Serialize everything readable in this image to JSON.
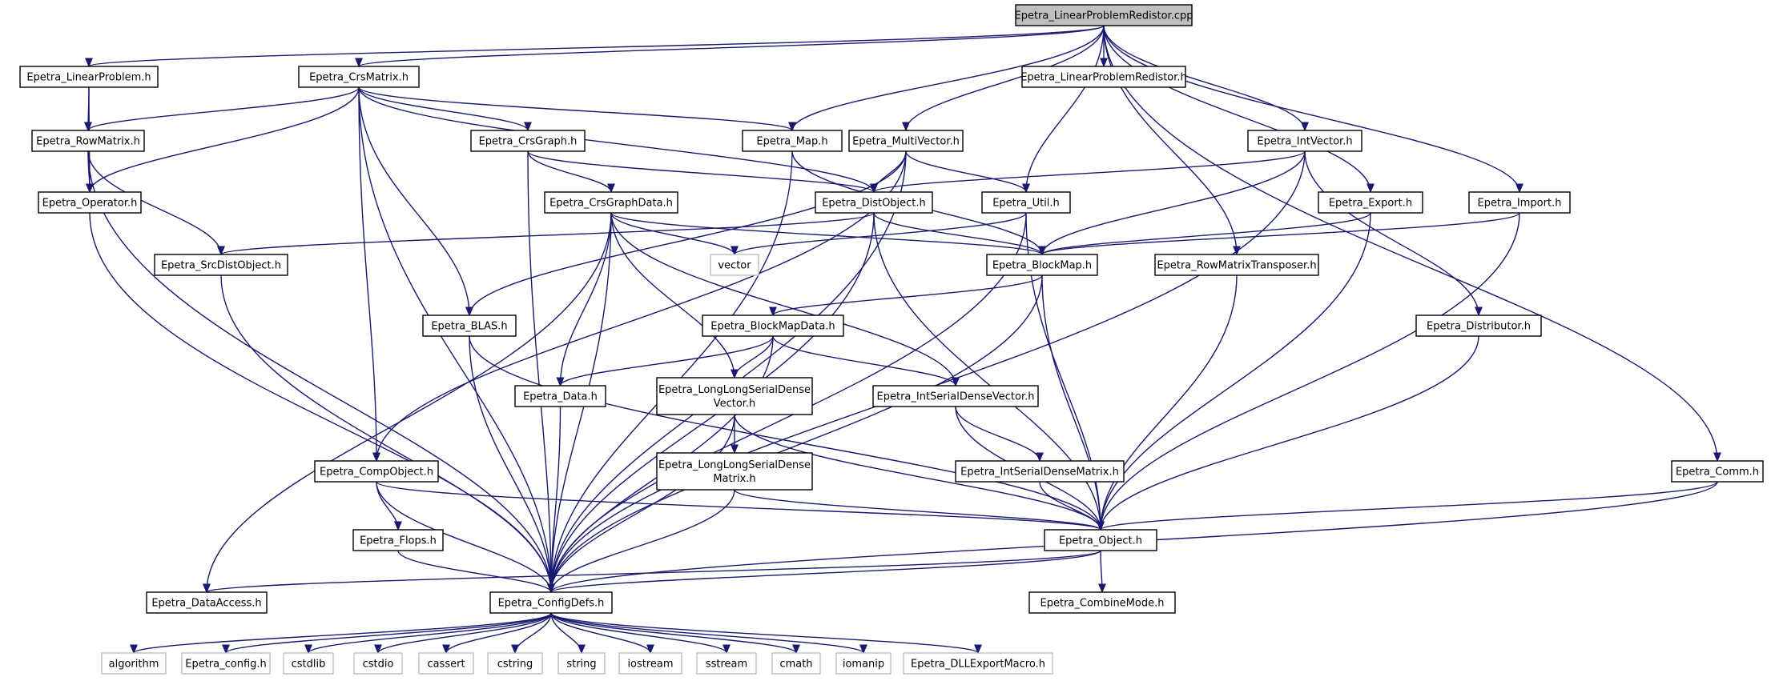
{
  "diagram": {
    "nodes": [
      {
        "id": "root",
        "label": [
          "Epetra_LinearProblemRedistor.cpp"
        ],
        "kind": "root"
      },
      {
        "id": "lp",
        "label": [
          "Epetra_LinearProblem.h"
        ],
        "kind": "local"
      },
      {
        "id": "crs",
        "label": [
          "Epetra_CrsMatrix.h"
        ],
        "kind": "local"
      },
      {
        "id": "lprh",
        "label": [
          "Epetra_LinearProblemRedistor.h"
        ],
        "kind": "local"
      },
      {
        "id": "rowm",
        "label": [
          "Epetra_RowMatrix.h"
        ],
        "kind": "local"
      },
      {
        "id": "op",
        "label": [
          "Epetra_Operator.h"
        ],
        "kind": "local"
      },
      {
        "id": "crsg",
        "label": [
          "Epetra_CrsGraph.h"
        ],
        "kind": "local"
      },
      {
        "id": "map",
        "label": [
          "Epetra_Map.h"
        ],
        "kind": "local"
      },
      {
        "id": "mv",
        "label": [
          "Epetra_MultiVector.h"
        ],
        "kind": "local"
      },
      {
        "id": "iv",
        "label": [
          "Epetra_IntVector.h"
        ],
        "kind": "local"
      },
      {
        "id": "crsgd",
        "label": [
          "Epetra_CrsGraphData.h"
        ],
        "kind": "local"
      },
      {
        "id": "disto",
        "label": [
          "Epetra_DistObject.h"
        ],
        "kind": "local"
      },
      {
        "id": "util",
        "label": [
          "Epetra_Util.h"
        ],
        "kind": "local"
      },
      {
        "id": "exp",
        "label": [
          "Epetra_Export.h"
        ],
        "kind": "local"
      },
      {
        "id": "imp",
        "label": [
          "Epetra_Import.h"
        ],
        "kind": "local"
      },
      {
        "id": "srcd",
        "label": [
          "Epetra_SrcDistObject.h"
        ],
        "kind": "local"
      },
      {
        "id": "vector",
        "label": [
          "vector"
        ],
        "kind": "system"
      },
      {
        "id": "bmap",
        "label": [
          "Epetra_BlockMap.h"
        ],
        "kind": "local"
      },
      {
        "id": "rmt",
        "label": [
          "Epetra_RowMatrixTransposer.h"
        ],
        "kind": "local"
      },
      {
        "id": "blas",
        "label": [
          "Epetra_BLAS.h"
        ],
        "kind": "local"
      },
      {
        "id": "bmd",
        "label": [
          "Epetra_BlockMapData.h"
        ],
        "kind": "local"
      },
      {
        "id": "distr",
        "label": [
          "Epetra_Distributor.h"
        ],
        "kind": "local"
      },
      {
        "id": "data",
        "label": [
          "Epetra_Data.h"
        ],
        "kind": "local"
      },
      {
        "id": "llsdv",
        "label": [
          "Epetra_LongLongSerialDense",
          "Vector.h"
        ],
        "kind": "local"
      },
      {
        "id": "isdv",
        "label": [
          "Epetra_IntSerialDenseVector.h"
        ],
        "kind": "local"
      },
      {
        "id": "comp",
        "label": [
          "Epetra_CompObject.h"
        ],
        "kind": "local"
      },
      {
        "id": "llsdm",
        "label": [
          "Epetra_LongLongSerialDense",
          "Matrix.h"
        ],
        "kind": "local"
      },
      {
        "id": "isdm",
        "label": [
          "Epetra_IntSerialDenseMatrix.h"
        ],
        "kind": "local"
      },
      {
        "id": "comm",
        "label": [
          "Epetra_Comm.h"
        ],
        "kind": "local"
      },
      {
        "id": "flops",
        "label": [
          "Epetra_Flops.h"
        ],
        "kind": "local"
      },
      {
        "id": "obj",
        "label": [
          "Epetra_Object.h"
        ],
        "kind": "local"
      },
      {
        "id": "da",
        "label": [
          "Epetra_DataAccess.h"
        ],
        "kind": "local"
      },
      {
        "id": "cfg",
        "label": [
          "Epetra_ConfigDefs.h"
        ],
        "kind": "local"
      },
      {
        "id": "cm",
        "label": [
          "Epetra_CombineMode.h"
        ],
        "kind": "local"
      },
      {
        "id": "algorithm",
        "label": [
          "algorithm"
        ],
        "kind": "system"
      },
      {
        "id": "econfig",
        "label": [
          "Epetra_config.h"
        ],
        "kind": "system"
      },
      {
        "id": "cstdlib",
        "label": [
          "cstdlib"
        ],
        "kind": "system"
      },
      {
        "id": "cstdio",
        "label": [
          "cstdio"
        ],
        "kind": "system"
      },
      {
        "id": "cassert",
        "label": [
          "cassert"
        ],
        "kind": "system"
      },
      {
        "id": "cstring",
        "label": [
          "cstring"
        ],
        "kind": "system"
      },
      {
        "id": "string",
        "label": [
          "string"
        ],
        "kind": "system"
      },
      {
        "id": "iostream",
        "label": [
          "iostream"
        ],
        "kind": "system"
      },
      {
        "id": "sstream",
        "label": [
          "sstream"
        ],
        "kind": "system"
      },
      {
        "id": "cmath",
        "label": [
          "cmath"
        ],
        "kind": "system"
      },
      {
        "id": "iomanip",
        "label": [
          "iomanip"
        ],
        "kind": "system"
      },
      {
        "id": "dll",
        "label": [
          "Epetra_DLLExportMacro.h"
        ],
        "kind": "system"
      }
    ],
    "edges": [
      [
        "root",
        "lp"
      ],
      [
        "root",
        "crs"
      ],
      [
        "root",
        "lprh"
      ],
      [
        "root",
        "map"
      ],
      [
        "root",
        "mv"
      ],
      [
        "root",
        "util"
      ],
      [
        "root",
        "rmt"
      ],
      [
        "root",
        "iv"
      ],
      [
        "root",
        "exp"
      ],
      [
        "root",
        "imp"
      ],
      [
        "root",
        "comm"
      ],
      [
        "lp",
        "rowm"
      ],
      [
        "lp",
        "op"
      ],
      [
        "crs",
        "rowm"
      ],
      [
        "crs",
        "op"
      ],
      [
        "crs",
        "crsg"
      ],
      [
        "crs",
        "map"
      ],
      [
        "crs",
        "disto"
      ],
      [
        "crs",
        "blas"
      ],
      [
        "crs",
        "comp"
      ],
      [
        "crs",
        "cfg"
      ],
      [
        "rowm",
        "op"
      ],
      [
        "rowm",
        "srcd"
      ],
      [
        "rowm",
        "cfg"
      ],
      [
        "op",
        "cfg"
      ],
      [
        "crsg",
        "crsgd"
      ],
      [
        "crsg",
        "disto"
      ],
      [
        "crsg",
        "cfg"
      ],
      [
        "map",
        "bmap"
      ],
      [
        "map",
        "cfg"
      ],
      [
        "mv",
        "disto"
      ],
      [
        "mv",
        "util"
      ],
      [
        "mv",
        "blas"
      ],
      [
        "mv",
        "comp"
      ],
      [
        "mv",
        "cfg"
      ],
      [
        "iv",
        "disto"
      ],
      [
        "iv",
        "bmap"
      ],
      [
        "iv",
        "distr"
      ],
      [
        "iv",
        "cfg"
      ],
      [
        "crsgd",
        "bmap"
      ],
      [
        "crsgd",
        "vector"
      ],
      [
        "crsgd",
        "data"
      ],
      [
        "crsgd",
        "llsdv"
      ],
      [
        "crsgd",
        "isdv"
      ],
      [
        "crsgd",
        "da"
      ],
      [
        "crsgd",
        "cfg"
      ],
      [
        "disto",
        "srcd"
      ],
      [
        "disto",
        "bmap"
      ],
      [
        "disto",
        "obj"
      ],
      [
        "disto",
        "cfg"
      ],
      [
        "util",
        "vector"
      ],
      [
        "util",
        "obj"
      ],
      [
        "util",
        "cfg"
      ],
      [
        "exp",
        "bmap"
      ],
      [
        "exp",
        "obj"
      ],
      [
        "imp",
        "bmap"
      ],
      [
        "imp",
        "obj"
      ],
      [
        "srcd",
        "cfg"
      ],
      [
        "bmap",
        "bmd"
      ],
      [
        "bmap",
        "obj"
      ],
      [
        "bmap",
        "cfg"
      ],
      [
        "rmt",
        "obj"
      ],
      [
        "blas",
        "obj"
      ],
      [
        "blas",
        "cfg"
      ],
      [
        "bmd",
        "data"
      ],
      [
        "bmd",
        "llsdv"
      ],
      [
        "bmd",
        "isdv"
      ],
      [
        "bmd",
        "cfg"
      ],
      [
        "distr",
        "obj"
      ],
      [
        "data",
        "cfg"
      ],
      [
        "llsdv",
        "llsdm"
      ],
      [
        "llsdv",
        "obj"
      ],
      [
        "llsdv",
        "cfg"
      ],
      [
        "isdv",
        "isdm"
      ],
      [
        "isdv",
        "obj"
      ],
      [
        "comp",
        "flops"
      ],
      [
        "comp",
        "obj"
      ],
      [
        "comp",
        "cfg"
      ],
      [
        "llsdm",
        "obj"
      ],
      [
        "llsdm",
        "cfg"
      ],
      [
        "isdm",
        "obj"
      ],
      [
        "comm",
        "obj"
      ],
      [
        "comm",
        "cfg"
      ],
      [
        "flops",
        "cfg"
      ],
      [
        "obj",
        "da"
      ],
      [
        "obj",
        "cfg"
      ],
      [
        "obj",
        "cm"
      ],
      [
        "cfg",
        "algorithm"
      ],
      [
        "cfg",
        "econfig"
      ],
      [
        "cfg",
        "cstdlib"
      ],
      [
        "cfg",
        "cstdio"
      ],
      [
        "cfg",
        "cassert"
      ],
      [
        "cfg",
        "cstring"
      ],
      [
        "cfg",
        "string"
      ],
      [
        "cfg",
        "iostream"
      ],
      [
        "cfg",
        "sstream"
      ],
      [
        "cfg",
        "cmath"
      ],
      [
        "cfg",
        "iomanip"
      ],
      [
        "cfg",
        "dll"
      ]
    ],
    "colors": {
      "edge": "#191970",
      "root_fill": "#bfbfbf",
      "system_border": "#bfbfbf",
      "local_border": "#000000"
    }
  }
}
